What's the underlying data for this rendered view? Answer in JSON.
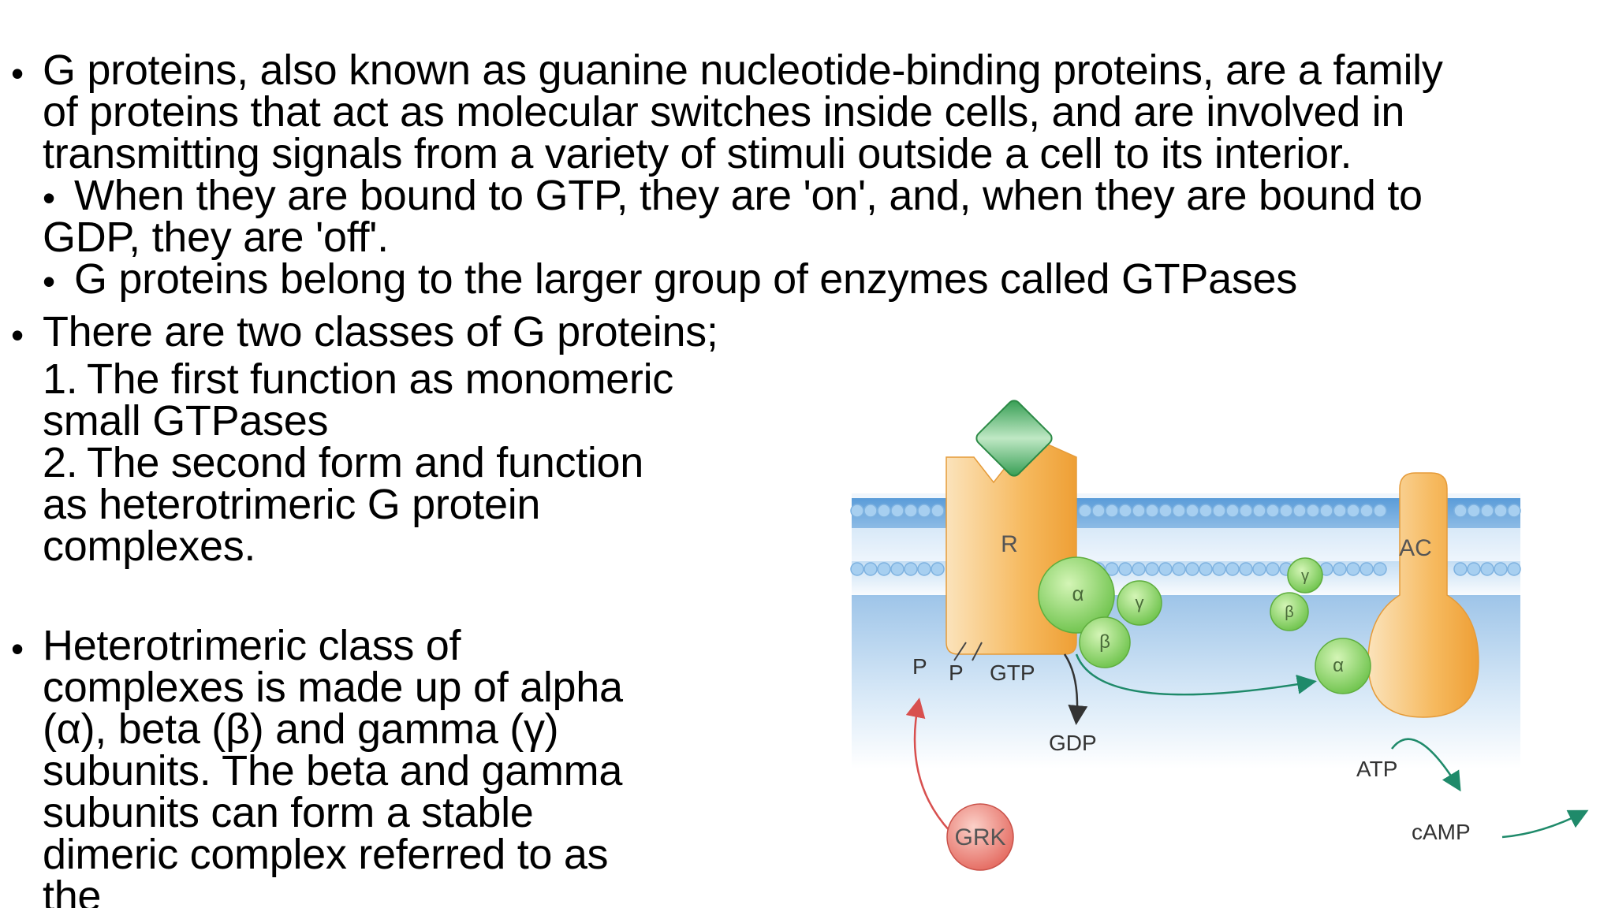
{
  "bullets": {
    "b1": {
      "line1": "G proteins, also known as guanine nucleotide-binding proteins, are a family",
      "line2": "of proteins that act as molecular switches inside cells, and are involved in",
      "line3": "transmitting signals from a variety of stimuli outside a cell to its interior.",
      "sub1_line1": "When they are bound to GTP, they are 'on', and, when they are bound to",
      "sub1_line2": "GDP, they are 'off'.",
      "sub2_line1": "G proteins belong to the larger group of enzymes called GTPases"
    },
    "b2": {
      "line1": "There are two classes of G proteins;",
      "item1_num": "1.",
      "item1_line1": "The first function as monomeric",
      "item1_line2": "small GTPases",
      "item2_num": "2.",
      "item2_line1": "The second form and function",
      "item2_line2": "as heterotrimeric G protein",
      "item2_line3": "complexes."
    },
    "b3": {
      "line1": "Heterotrimeric class of",
      "line2": "complexes is made up of alpha",
      "line3": "(α), beta (β) and gamma (γ)",
      "line4": "subunits. The beta and gamma",
      "line5": "subunits can form a stable",
      "line6": "dimeric complex referred to as",
      "line7": "the"
    },
    "bullet_char": "•"
  },
  "figure": {
    "labels": {
      "receptor": "R",
      "alpha": "α",
      "beta": "β",
      "gamma": "γ",
      "phosphate": "P",
      "gtp": "GTP",
      "gdp": "GDP",
      "adenylyl_cyclase": "AC",
      "atp": "ATP",
      "camp": "cAMP",
      "grk": "GRK"
    },
    "colors": {
      "membrane_head": "#9cc8ee",
      "receptor": "#f3b85c",
      "g_protein": "#8fd46c",
      "ligand": "#3faa5a",
      "grk": "#e8766f",
      "arrow_teal": "#1f8a6a",
      "arrow_red": "#d8504f"
    }
  }
}
